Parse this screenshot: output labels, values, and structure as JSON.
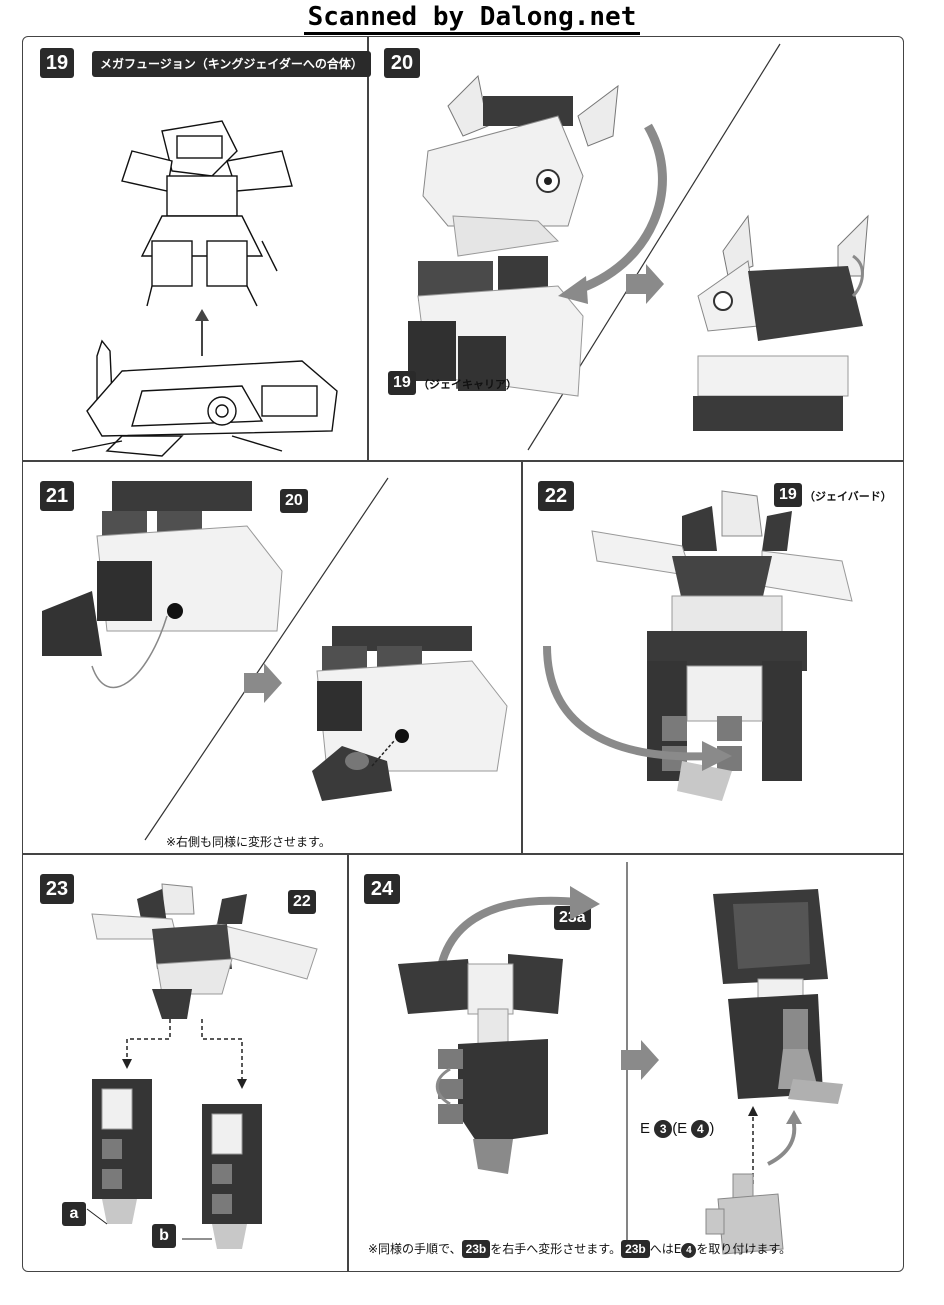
{
  "watermark": "Scanned by Dalong.net",
  "steps": {
    "s19": {
      "number": "19",
      "title": "メガフュージョン（キングジェイダーへの合体）"
    },
    "s20": {
      "number": "20",
      "ref_number": "19",
      "ref_label": "（ジェイキャリア）"
    },
    "s21": {
      "number": "21",
      "ref_number": "20",
      "note": "※右側も同様に変形させます。"
    },
    "s22": {
      "number": "22",
      "ref_number": "19",
      "ref_label": "（ジェイバード）"
    },
    "s23": {
      "number": "23",
      "ref_number": "22",
      "label_a": "a",
      "label_b": "b"
    },
    "s24": {
      "number": "24",
      "ref_number": "23a",
      "part_prefix": "E",
      "part_num_1": "3",
      "part_open": "(E",
      "part_num_2": "4",
      "part_close": ")"
    }
  },
  "footer_note": {
    "prefix": "※同様の手順で、",
    "tag1": "23b",
    "middle": "を右手へ変形させます。",
    "tag2": "23b",
    "middle2": "へはE",
    "circle": "4",
    "suffix": "を取り付けます。"
  },
  "colors": {
    "dark": "#2a2a2a",
    "mid": "#6b6b6b",
    "light": "#e9e9e9",
    "arrow": "#8a8a8a"
  }
}
